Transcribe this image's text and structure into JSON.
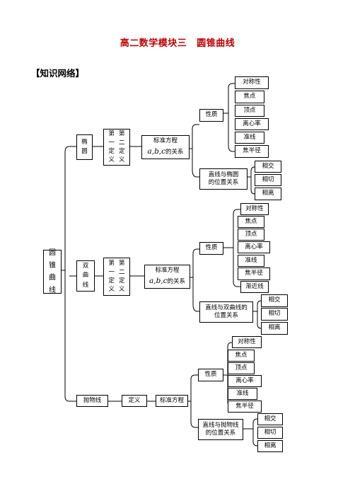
{
  "title": {
    "part1": "高二数学模块三",
    "part2": "圆锥曲线"
  },
  "section_heading": "【知识网络】",
  "root": {
    "chars": [
      "圆",
      "锥",
      "曲",
      "线"
    ]
  },
  "ellipse": {
    "name_chars": [
      "椭",
      "圆"
    ],
    "def_col1": [
      "第",
      "一",
      "定",
      "义"
    ],
    "def_col2": [
      "第",
      "二",
      "定",
      "义"
    ],
    "std_line1": "标准方程",
    "std_vars": "a,b,c",
    "std_suffix": "的关系",
    "prop_label": "性质",
    "props": [
      "对称性",
      "焦点",
      "顶点",
      "离心率",
      "准线",
      "焦半径"
    ],
    "pos_line1": "直线与椭圆",
    "pos_line2": "的位置关系",
    "pos": [
      "相交",
      "相切",
      "相离"
    ]
  },
  "hyperbola": {
    "name_chars": [
      "双",
      "曲",
      "线"
    ],
    "def_col1": [
      "第",
      "一",
      "定",
      "义"
    ],
    "def_col2": [
      "第",
      "二",
      "定",
      "义"
    ],
    "std_line1": "标准方程",
    "std_vars": "a,b,c",
    "std_suffix": "的关系",
    "prop_label": "性质",
    "props": [
      "对称性",
      "焦点",
      "顶点",
      "离心率",
      "准线",
      "焦半径",
      "渐近线"
    ],
    "pos_line1": "直线与双曲线的",
    "pos_line2": "位置关系",
    "pos": [
      "相交",
      "相切",
      "相离"
    ]
  },
  "parabola": {
    "name": "抛物线",
    "def": "定义",
    "std": "标准方程",
    "prop_label": "性质",
    "props": [
      "对称性",
      "焦点",
      "顶点",
      "离心率",
      "准线",
      "焦半径"
    ],
    "pos_line1": "直线与抛物线",
    "pos_line2": "的位置关系",
    "pos": [
      "相交",
      "相切",
      "相离"
    ]
  }
}
